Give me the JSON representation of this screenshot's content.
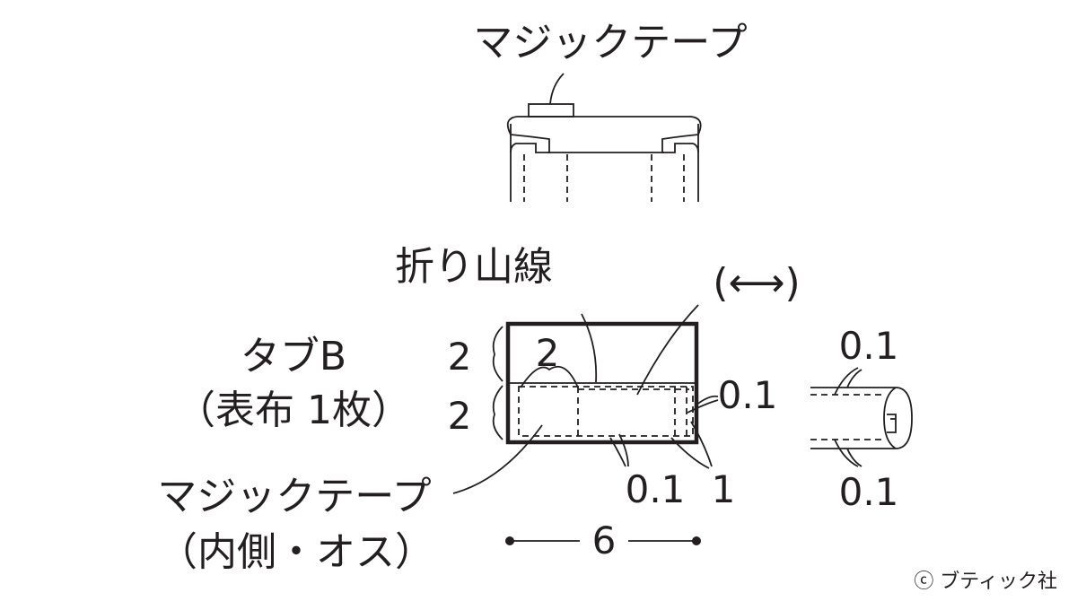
{
  "labels": {
    "top_velcro": "マジックテープ",
    "fold_line": "折り山線",
    "direction": "(⟷)",
    "tab_name": "タブB",
    "tab_material": "（表布 1枚）",
    "velcro_inner": "マジックテープ",
    "velcro_inner_sub": "（内側・オス）",
    "copyright": "ⓒ ブティック社"
  },
  "dimensions": {
    "height_top": "2",
    "height_bottom": "2",
    "velcro_inset": "2",
    "stitch_right": "0.1",
    "stitch_bottom": "0.1",
    "fold_margin": "1",
    "width": "6",
    "side_top": "0.1",
    "side_bottom": "0.1"
  }
}
